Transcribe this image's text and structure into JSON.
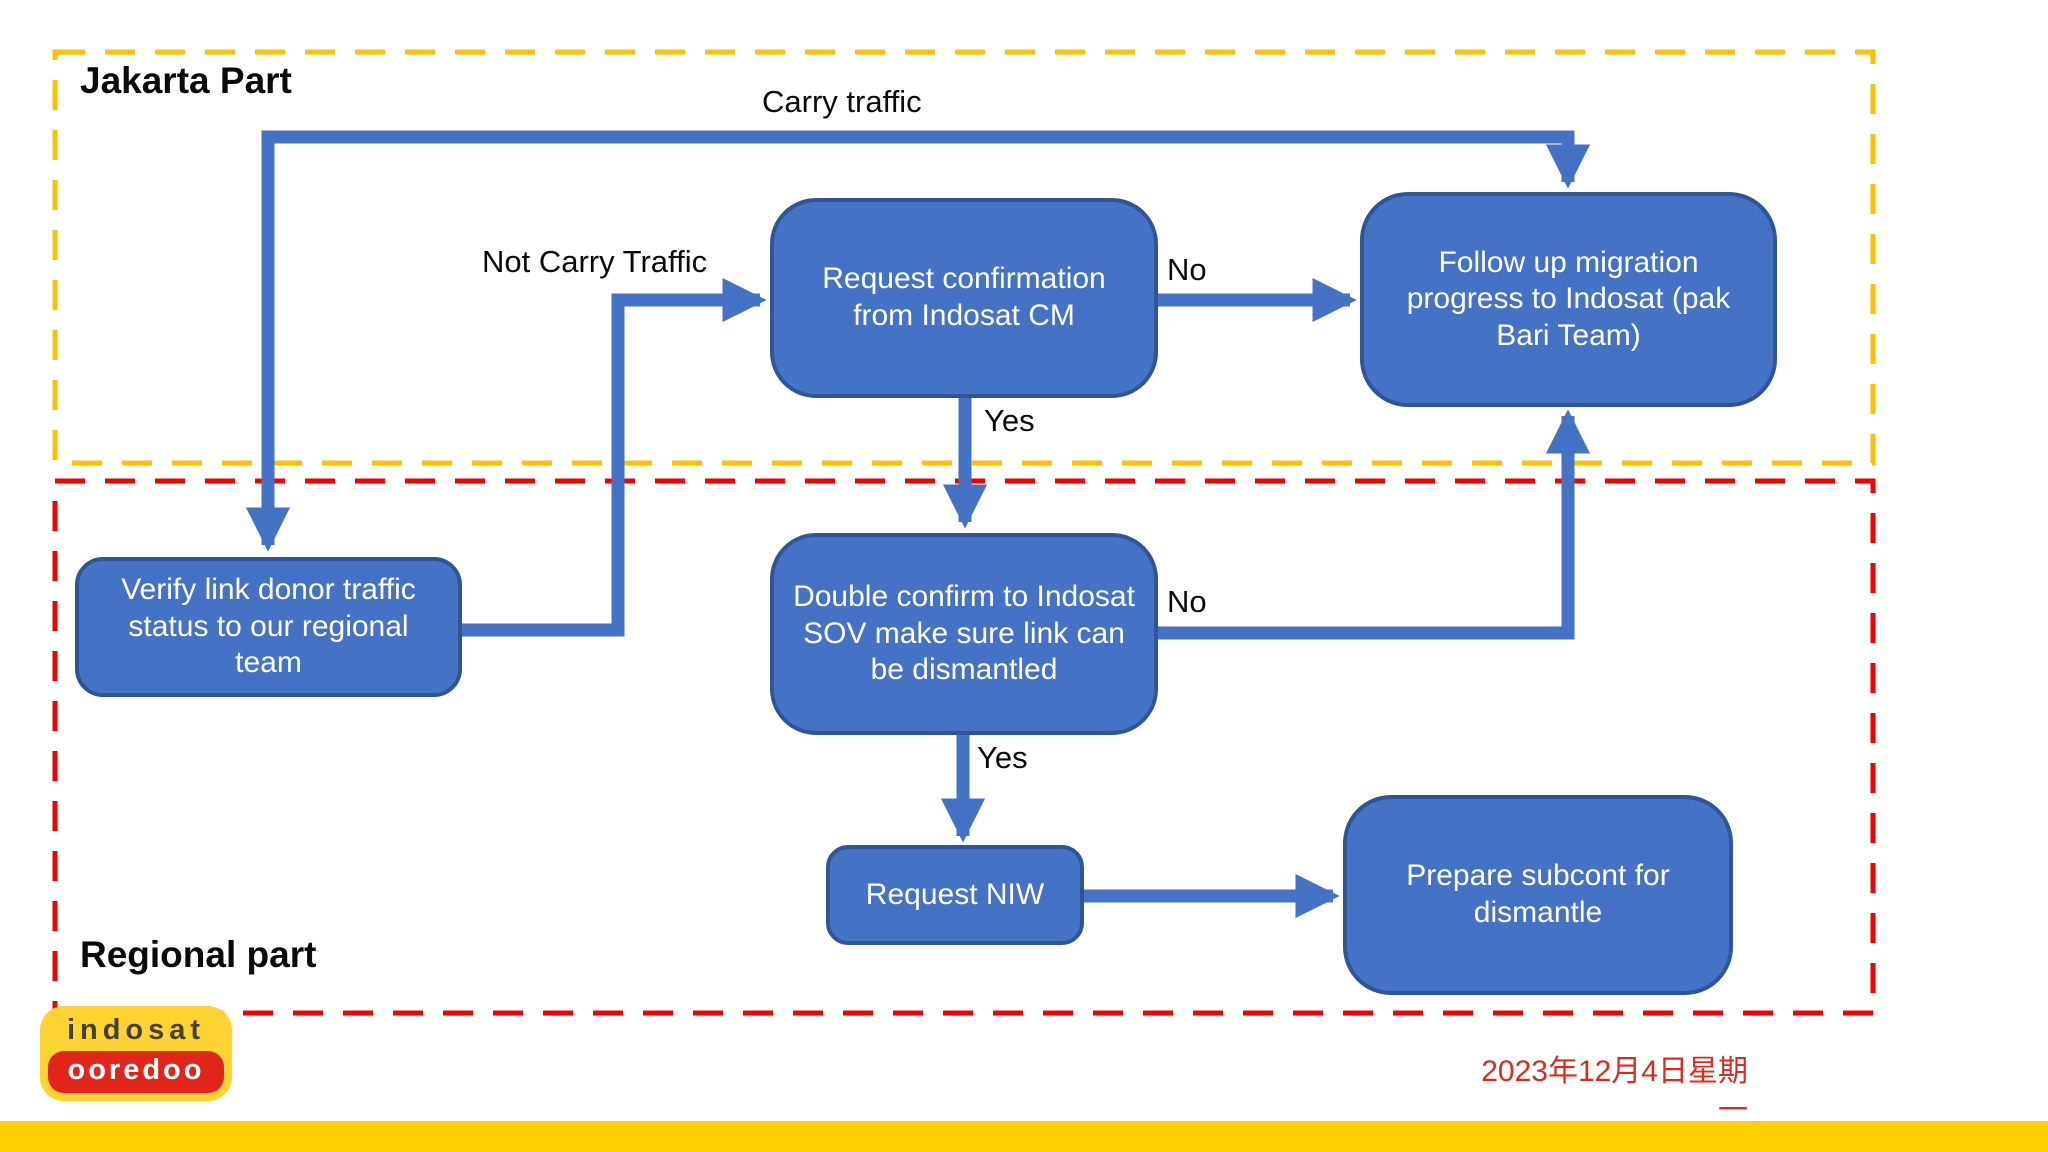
{
  "slide": {
    "regions": {
      "jakarta": {
        "label": "Jakarta Part"
      },
      "regional": {
        "label": "Regional part"
      }
    },
    "nodes": {
      "verify": {
        "label": "Verify link donor traffic status to our regional team"
      },
      "request_cm": {
        "label": "Request confirmation from Indosat CM"
      },
      "follow_up": {
        "label": "Follow up migration progress to Indosat (pak Bari Team)"
      },
      "double_confirm": {
        "label": "Double confirm to Indosat SOV make sure link can be dismantled"
      },
      "request_niw": {
        "label": "Request NIW"
      },
      "prepare": {
        "label": "Prepare subcont for dismantle"
      }
    },
    "edge_labels": {
      "carry_traffic": "Carry traffic",
      "not_carry_traffic": "Not Carry Traffic",
      "cm_no": "No",
      "cm_yes": "Yes",
      "sov_no": "No",
      "sov_yes": "Yes"
    },
    "footer": {
      "logo_top": "indosat",
      "logo_bottom": "ooredoo",
      "date_line1": "2023年12月4日星期",
      "date_line2": "一"
    }
  },
  "colors": {
    "background": "#FFFFFF",
    "node_fill": "#4472C4",
    "node_border": "#2F5597",
    "node_text": "#FFFFFF",
    "arrow": "#4472C4",
    "jakarta_border": "#FFC000",
    "regional_border": "#F40000",
    "region_label_text": "#0A0A0A",
    "edge_label_text": "#0A0A0A",
    "date_red": "#DB2B1F",
    "bottom_bar": "#FFD100",
    "logo_yellow": "#FFD432",
    "logo_red": "#E1251B",
    "logo_text_dark": "#453F35",
    "logo_text_light": "#FFFFFF"
  }
}
